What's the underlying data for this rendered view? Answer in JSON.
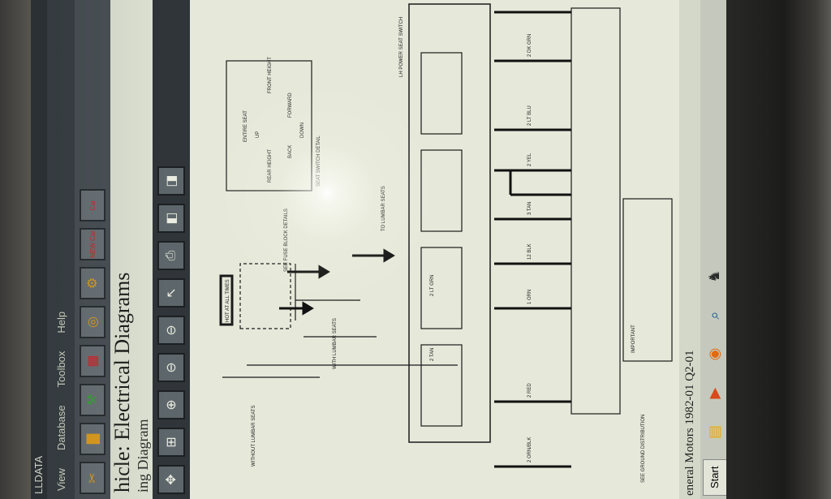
{
  "window": {
    "title": "LLDATA"
  },
  "menu": [
    "View",
    "Database",
    "Toolbox",
    "Help"
  ],
  "toolbar": {
    "buttons": [
      {
        "icon": "tools-icon"
      },
      {
        "icon": "book-icon"
      },
      {
        "icon": "wiring-icon"
      },
      {
        "icon": "calendar-icon"
      },
      {
        "icon": "gauge-icon"
      },
      {
        "icon": "vehicle-icon"
      },
      {
        "icon": "new-car-icon",
        "text": "NEW Car"
      },
      {
        "icon": "used-car-icon",
        "text": "Car"
      }
    ]
  },
  "heading": {
    "title": "hicle:  Electrical Diagrams",
    "subtitle": "ing Diagram"
  },
  "nav": {
    "buttons": [
      {
        "icon": "move-arrows-icon"
      },
      {
        "icon": "zoom-fit-icon"
      },
      {
        "icon": "zoom-in-icon"
      },
      {
        "icon": "zoom-out-icon"
      },
      {
        "icon": "zoom-out-icon"
      },
      {
        "icon": "pointer-icon"
      },
      {
        "icon": "print-icon"
      },
      {
        "icon": "page-prev-icon"
      },
      {
        "icon": "page-next-icon"
      }
    ]
  },
  "diagram": {
    "labels": {
      "hot_at_all_times": "HOT AT ALL TIMES",
      "see_fuse_block": "SEE FUSE BLOCK DETAILS",
      "without_lumbar": "WITHOUT LUMBAR SEATS",
      "with_lumbar": "WITH LUMBAR SEATS",
      "to_lumbar_seats": "TO LUMBAR SEATS",
      "seat_switch_detail": "SEAT SWITCH DETAIL",
      "entire_seat": "ENTIRE SEAT",
      "front_height": "FRONT HEIGHT",
      "rear_height": "REAR HEIGHT",
      "forward": "FORWARD",
      "back": "BACK",
      "up": "UP",
      "down": "DOWN",
      "important": "IMPORTANT",
      "lh_power_seat_switch": "LH POWER SEAT SWITCH",
      "connector_note": "SEE GROUND DISTRIBUTION"
    },
    "wires": [
      "2 ORN/BLK",
      "2 RED",
      "1 ORN",
      "12 BLK",
      "3 TAN",
      "2 YEL",
      "2 LT BLU",
      "2 DK GRN",
      "2 TAN",
      "2 LT GRN"
    ]
  },
  "status": {
    "text": "eneral Motors 1982-01 Q2-01"
  },
  "taskbar": {
    "start_label": "Start",
    "icons": [
      "explorer-icon",
      "media-icon",
      "firefox-icon",
      "search-icon",
      "app-icon"
    ]
  },
  "colors": {
    "screen_bg": "#dfe3d4",
    "toolbar": "#4b5257",
    "menu": "#3b4247"
  }
}
